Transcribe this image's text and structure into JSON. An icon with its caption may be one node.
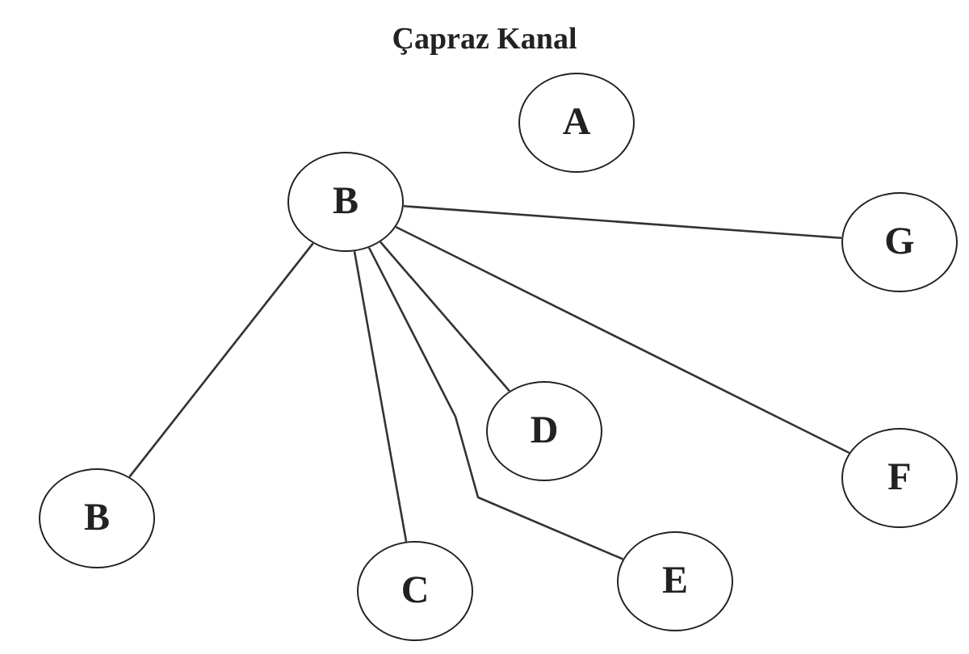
{
  "diagram": {
    "title": "Çapraz Kanal",
    "nodes": [
      {
        "text": [
          "A"
        ]
      },
      {
        "text": [
          "B"
        ]
      },
      {
        "text": [
          "G"
        ]
      },
      {
        "text": [
          "D"
        ]
      },
      {
        "text": [
          "F"
        ]
      },
      {
        "text": [
          "B"
        ]
      },
      {
        "text": [
          "C"
        ]
      },
      {
        "text": [
          "E"
        ]
      }
    ],
    "edges": [
      {
        "from": 1,
        "to": 2,
        "arrow": "none"
      },
      {
        "from": 1,
        "to": 4,
        "arrow": "none"
      },
      {
        "from": 1,
        "to": 7,
        "arrow": "none"
      },
      {
        "from": 1,
        "to": 3,
        "arrow": "none"
      },
      {
        "from": 1,
        "to": 6,
        "arrow": "none"
      },
      {
        "from": 1,
        "to": 5,
        "arrow": "none"
      }
    ]
  }
}
